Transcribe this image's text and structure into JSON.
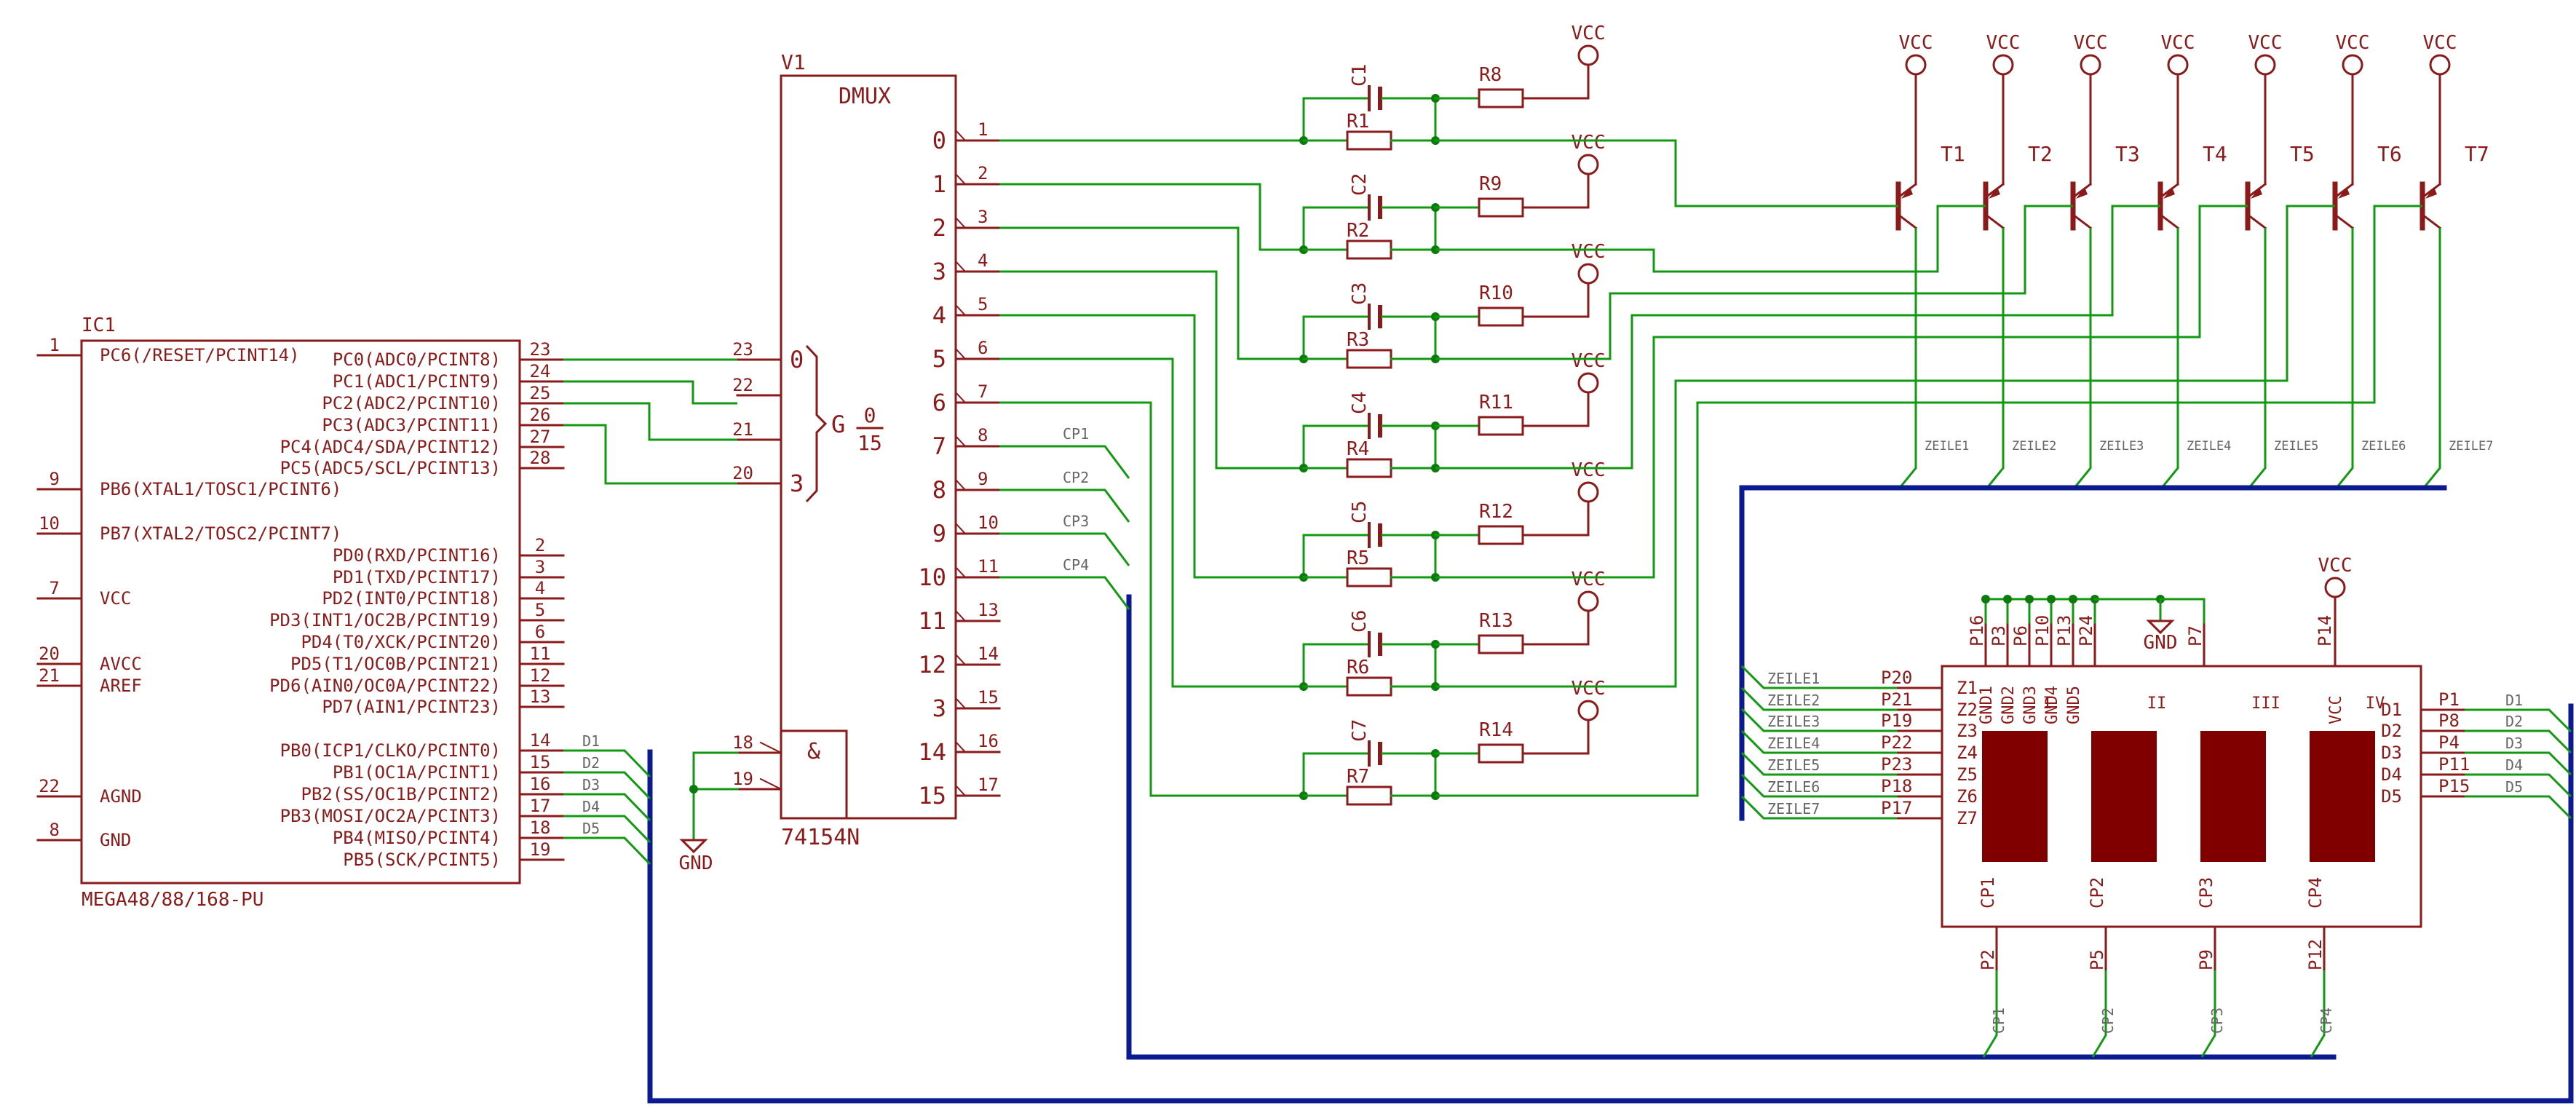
{
  "colors": {
    "part": "#8b1a1a",
    "net": "#119911",
    "bus": "#0b1a8f",
    "junction": "#0d7a0d",
    "fill": "#800000",
    "label": "#666666"
  },
  "ic1": {
    "name": "IC1",
    "value": "MEGA48/88/168-PU",
    "left_pins": [
      {
        "num": "1",
        "label": "PC6(/RESET/PCINT14)"
      },
      {
        "num": "9",
        "label": "PB6(XTAL1/TOSC1/PCINT6)"
      },
      {
        "num": "10",
        "label": "PB7(XTAL2/TOSC2/PCINT7)"
      },
      {
        "num": "7",
        "label": "VCC"
      },
      {
        "num": "20",
        "label": "AVCC"
      },
      {
        "num": "21",
        "label": "AREF"
      },
      {
        "num": "22",
        "label": "AGND"
      },
      {
        "num": "8",
        "label": "GND"
      }
    ],
    "right_pins": [
      {
        "num": "23",
        "label": "PC0(ADC0/PCINT8)"
      },
      {
        "num": "24",
        "label": "PC1(ADC1/PCINT9)"
      },
      {
        "num": "25",
        "label": "PC2(ADC2/PCINT10)"
      },
      {
        "num": "26",
        "label": "PC3(ADC3/PCINT11)"
      },
      {
        "num": "27",
        "label": "PC4(ADC4/SDA/PCINT12)"
      },
      {
        "num": "28",
        "label": "PC5(ADC5/SCL/PCINT13)"
      },
      {
        "num": "2",
        "label": "PD0(RXD/PCINT16)"
      },
      {
        "num": "3",
        "label": "PD1(TXD/PCINT17)"
      },
      {
        "num": "4",
        "label": "PD2(INT0/PCINT18)"
      },
      {
        "num": "5",
        "label": "PD3(INT1/OC2B/PCINT19)"
      },
      {
        "num": "6",
        "label": "PD4(T0/XCK/PCINT20)"
      },
      {
        "num": "11",
        "label": "PD5(T1/OC0B/PCINT21)"
      },
      {
        "num": "12",
        "label": "PD6(AIN0/OC0A/PCINT22)"
      },
      {
        "num": "13",
        "label": "PD7(AIN1/PCINT23)"
      },
      {
        "num": "14",
        "label": "PB0(ICP1/CLKO/PCINT0)"
      },
      {
        "num": "15",
        "label": "PB1(OC1A/PCINT1)"
      },
      {
        "num": "16",
        "label": "PB2(SS/OC1B/PCINT2)"
      },
      {
        "num": "17",
        "label": "PB3(MOSI/OC2A/PCINT3)"
      },
      {
        "num": "18",
        "label": "PB4(MISO/PCINT4)"
      },
      {
        "num": "19",
        "label": "PB5(SCK/PCINT5)"
      }
    ],
    "d_nets": [
      "D1",
      "D2",
      "D3",
      "D4",
      "D5"
    ]
  },
  "v1": {
    "name": "V1",
    "title": "DMUX",
    "value": "74154N",
    "inputs": [
      {
        "num": "23",
        "label": "0"
      },
      {
        "num": "22",
        "label": ""
      },
      {
        "num": "21",
        "label": ""
      },
      {
        "num": "20",
        "label": "3"
      }
    ],
    "g_label": "G",
    "g_num": "0",
    "g_den": "15",
    "outputs": [
      {
        "label": "0",
        "num": "1"
      },
      {
        "label": "1",
        "num": "2"
      },
      {
        "label": "2",
        "num": "3"
      },
      {
        "label": "3",
        "num": "4"
      },
      {
        "label": "4",
        "num": "5"
      },
      {
        "label": "5",
        "num": "6"
      },
      {
        "label": "6",
        "num": "7"
      },
      {
        "label": "7",
        "num": "8"
      },
      {
        "label": "8",
        "num": "9"
      },
      {
        "label": "9",
        "num": "10"
      },
      {
        "label": "10",
        "num": "11"
      },
      {
        "label": "11",
        "num": "13"
      },
      {
        "label": "12",
        "num": "14"
      },
      {
        "label": "3",
        "num": "15"
      },
      {
        "label": "14",
        "num": "16"
      },
      {
        "label": "15",
        "num": "17"
      }
    ],
    "and_symbol": "&",
    "enable_pins": [
      "18",
      "19"
    ],
    "cp_nets": [
      "CP1",
      "CP2",
      "CP3",
      "CP4"
    ],
    "gnd": "GND"
  },
  "rc_rows": [
    {
      "c": "C1",
      "r": "R1",
      "rp": "R8"
    },
    {
      "c": "C2",
      "r": "R2",
      "rp": "R9"
    },
    {
      "c": "C3",
      "r": "R3",
      "rp": "R10"
    },
    {
      "c": "C4",
      "r": "R4",
      "rp": "R11"
    },
    {
      "c": "C5",
      "r": "R5",
      "rp": "R12"
    },
    {
      "c": "C6",
      "r": "R6",
      "rp": "R13"
    },
    {
      "c": "C7",
      "r": "R7",
      "rp": "R14"
    }
  ],
  "vcc": "VCC",
  "transistors": [
    {
      "name": "T1",
      "net": "ZEILE1"
    },
    {
      "name": "T2",
      "net": "ZEILE2"
    },
    {
      "name": "T3",
      "net": "ZEILE3"
    },
    {
      "name": "T4",
      "net": "ZEILE4"
    },
    {
      "name": "T5",
      "net": "ZEILE5"
    },
    {
      "name": "T6",
      "net": "ZEILE6"
    },
    {
      "name": "T7",
      "net": "ZEILE7"
    }
  ],
  "display": {
    "left_pins": [
      {
        "net": "ZEILE1",
        "pin": "P20",
        "label": "Z1"
      },
      {
        "net": "ZEILE2",
        "pin": "P21",
        "label": "Z2"
      },
      {
        "net": "ZEILE3",
        "pin": "P19",
        "label": "Z3"
      },
      {
        "net": "ZEILE4",
        "pin": "P22",
        "label": "Z4"
      },
      {
        "net": "ZEILE5",
        "pin": "P23",
        "label": "Z5"
      },
      {
        "net": "ZEILE6",
        "pin": "P18",
        "label": "Z6"
      },
      {
        "net": "ZEILE7",
        "pin": "P17",
        "label": "Z7"
      }
    ],
    "top_pins": [
      {
        "pin": "P16",
        "label": "GND1"
      },
      {
        "pin": "P3",
        "label": "GND2"
      },
      {
        "pin": "P6",
        "label": "GND3"
      },
      {
        "pin": "P10",
        "label": "GND4"
      },
      {
        "pin": "P13",
        "label": "GND5"
      },
      {
        "pin": "P24",
        "label": ""
      },
      {
        "pin": "P7",
        "label": ""
      }
    ],
    "vcc_pin": {
      "pin": "P14",
      "label": "VCC"
    },
    "gnd": "GND",
    "digits": [
      "I",
      "II",
      "III",
      "IV"
    ],
    "bottom_pins": [
      {
        "label": "CP1",
        "pin": "P2",
        "net": "CP1"
      },
      {
        "label": "CP2",
        "pin": "P5",
        "net": "CP2"
      },
      {
        "label": "CP3",
        "pin": "P9",
        "net": "CP3"
      },
      {
        "label": "CP4",
        "pin": "P12",
        "net": "CP4"
      }
    ],
    "right_pins": [
      {
        "label": "D1",
        "pin": "P1",
        "net": "D1"
      },
      {
        "label": "D2",
        "pin": "P8",
        "net": "D2"
      },
      {
        "label": "D3",
        "pin": "P4",
        "net": "D3"
      },
      {
        "label": "D4",
        "pin": "P11",
        "net": "D4"
      },
      {
        "label": "D5",
        "pin": "P15",
        "net": "D5"
      }
    ]
  }
}
